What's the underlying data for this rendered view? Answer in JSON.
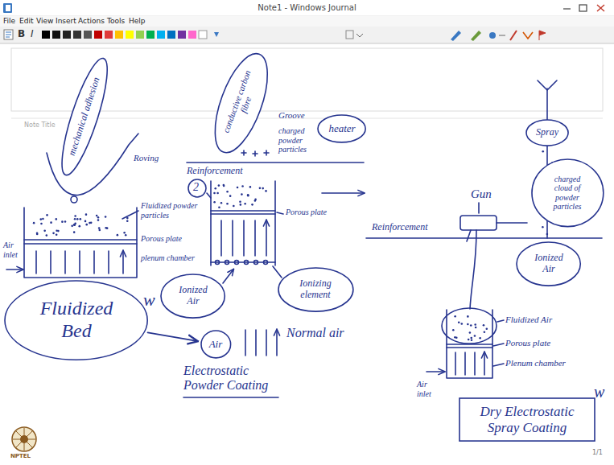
{
  "diagram": {
    "title": "Note1 - Windows Journal",
    "nodes": [
      {
        "text": [
          "mechanical adhesion"
        ]
      },
      {
        "text": [
          "Fluidized Bed"
        ]
      },
      {
        "text": [
          "conductive carbon fibre"
        ]
      },
      {
        "text": [
          "heater"
        ]
      },
      {
        "text": [
          "Ionized Air"
        ]
      },
      {
        "text": [
          "Ionizing element"
        ]
      },
      {
        "text": [
          "Air"
        ]
      },
      {
        "text": [
          "Spray"
        ]
      },
      {
        "text": [
          "charged cloud of powder particles"
        ]
      },
      {
        "text": [
          "Ionized Air"
        ]
      },
      {
        "text": [
          "Dry Electrostatic Spray Coating"
        ]
      }
    ],
    "edges": [
      {
        "from": 1,
        "to": 6,
        "arrow": "to"
      }
    ],
    "labels": [
      "File",
      "Edit",
      "View",
      "Insert",
      "Actions",
      "Tools",
      "Help",
      "B",
      "I",
      "Note Title",
      "Roving",
      "Fluidized powder particles",
      "Porous plate",
      "plenum chamber",
      "Air inlet",
      "w",
      "2",
      "Reinforcement",
      "Groove",
      "charged powder particles",
      "Porous plate",
      "Normal air",
      "Electrostatic Powder Coating",
      "Reinforcement",
      "Gun",
      "Fluidized Air",
      "Porous plate",
      "Plenum chamber",
      "Air inlet",
      "w",
      "NPTEL",
      "1/1"
    ]
  }
}
